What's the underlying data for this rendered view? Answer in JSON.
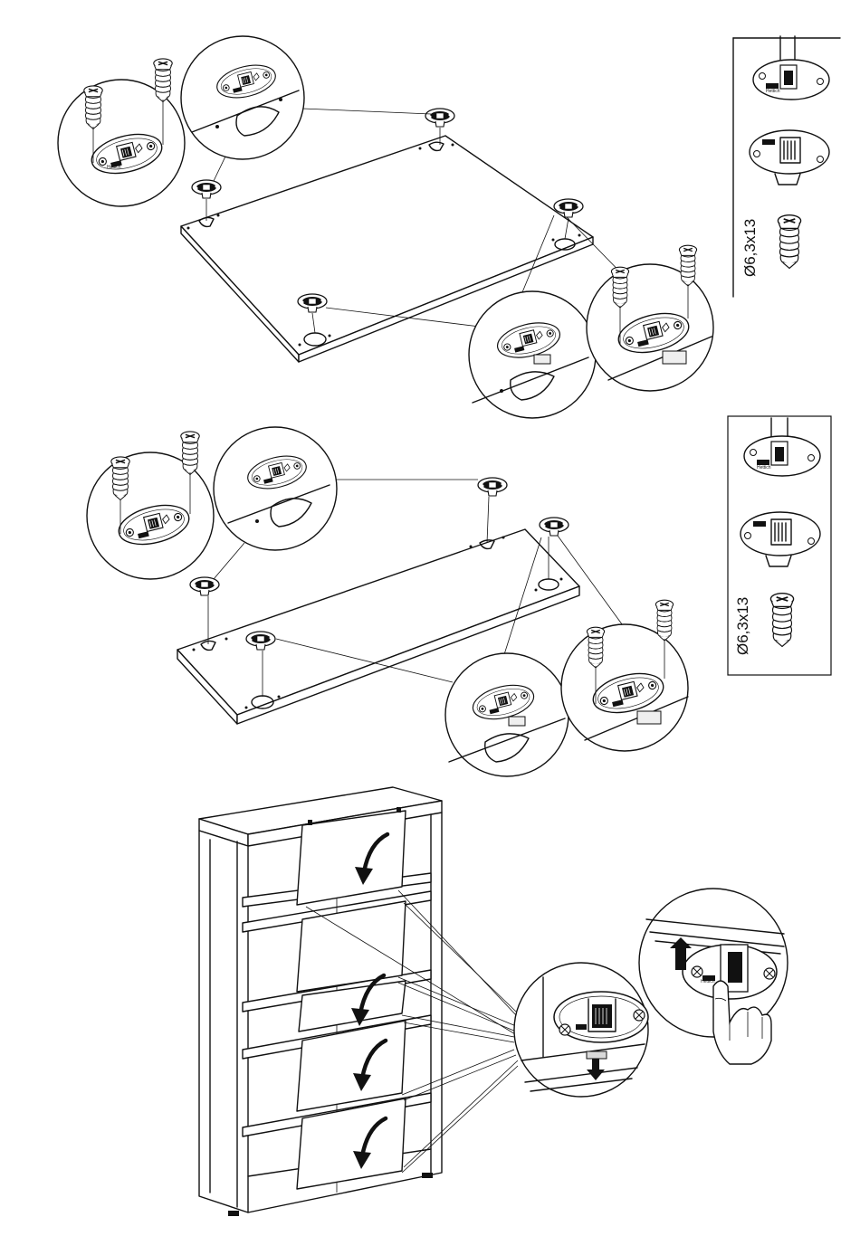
{
  "screw_label_1": "Ø6,3x13",
  "screw_label_2": "Ø6,3x13",
  "fitting_brand": "Hettich",
  "steps": [
    {
      "name": "step-top-panel-fittings"
    },
    {
      "name": "step-bottom-panel-fittings"
    },
    {
      "name": "step-mount-flap-doors"
    }
  ],
  "colors": {
    "ink": "#111111",
    "background": "#ffffff",
    "shade": "#d9d9d9"
  }
}
